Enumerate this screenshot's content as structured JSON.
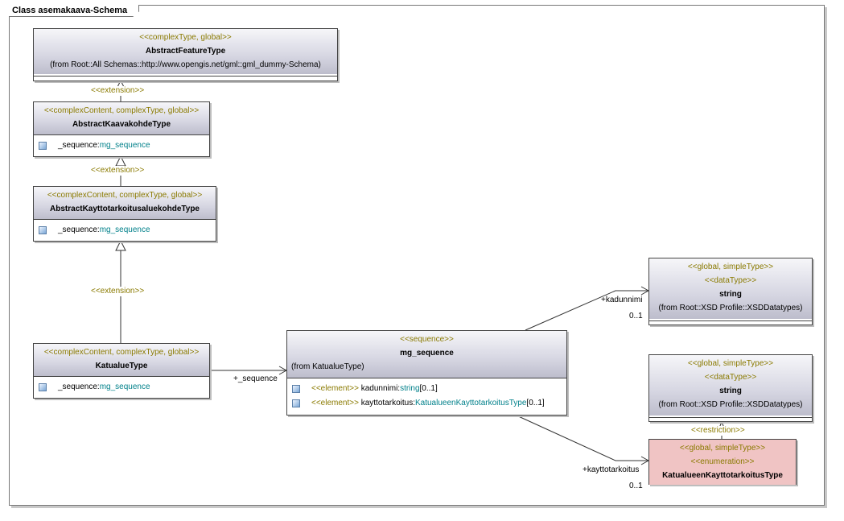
{
  "frame": {
    "title": "Class asemakaava-Schema"
  },
  "classes": {
    "abstract_feature": {
      "stereotype": "<<complexType, global>>",
      "name": "AbstractFeatureType",
      "from": "(from Root::All Schemas::http://www.opengis.net/gml::gml_dummy-Schema)"
    },
    "abstract_kaavakohde": {
      "stereotype": "<<complexContent, complexType, global>>",
      "name": "AbstractKaavakohdeType",
      "attr_name": "_sequence:",
      "attr_type": "mg_sequence"
    },
    "abstract_kayttotarkoitus": {
      "stereotype": "<<complexContent, complexType, global>>",
      "name": "AbstractKayttotarkoitusaluekohdeType",
      "attr_name": "_sequence:",
      "attr_type": "mg_sequence"
    },
    "katualue": {
      "stereotype": "<<complexContent, complexType, global>>",
      "name": "KatualueType",
      "attr_name": "_sequence:",
      "attr_type": "mg_sequence"
    },
    "mg_sequence": {
      "stereotype": "<<sequence>>",
      "name": "mg_sequence",
      "from": "(from KatualueType)",
      "attrs": [
        {
          "stereotype": "<<element>>",
          "name": "kadunnimi:",
          "type": "string",
          "mult": "[0..1]"
        },
        {
          "stereotype": "<<element>>",
          "name": "kayttotarkoitus:",
          "type": "KatualueenKayttotarkoitusType",
          "mult": "[0..1]"
        }
      ]
    },
    "string_1": {
      "stereotype1": "<<global, simpleType>>",
      "stereotype2": "<<dataType>>",
      "name": "string",
      "from": "(from Root::XSD Profile::XSDDatatypes)"
    },
    "string_2": {
      "stereotype1": "<<global, simpleType>>",
      "stereotype2": "<<dataType>>",
      "name": "string",
      "from": "(from Root::XSD Profile::XSDDatatypes)"
    },
    "enum": {
      "stereotype1": "<<global, simpleType>>",
      "stereotype2": "<<enumeration>>",
      "name": "KatualueenKayttotarkoitusType"
    }
  },
  "labels": {
    "extension_1": "<<extension>>",
    "extension_2": "<<extension>>",
    "extension_3": "<<extension>>",
    "restriction": "<<restriction>>",
    "sequence_role": "+_sequence",
    "kadunnimi_role": "+kadunnimi",
    "kadunnimi_mult": "0..1",
    "kayttotarkoitus_role": "+kayttotarkoitus",
    "kayttotarkoitus_mult": "0..1"
  },
  "colors": {
    "stereotype": "#8a7a00",
    "type_ref": "#00808a",
    "enum_fill": "#f0c4c4"
  }
}
